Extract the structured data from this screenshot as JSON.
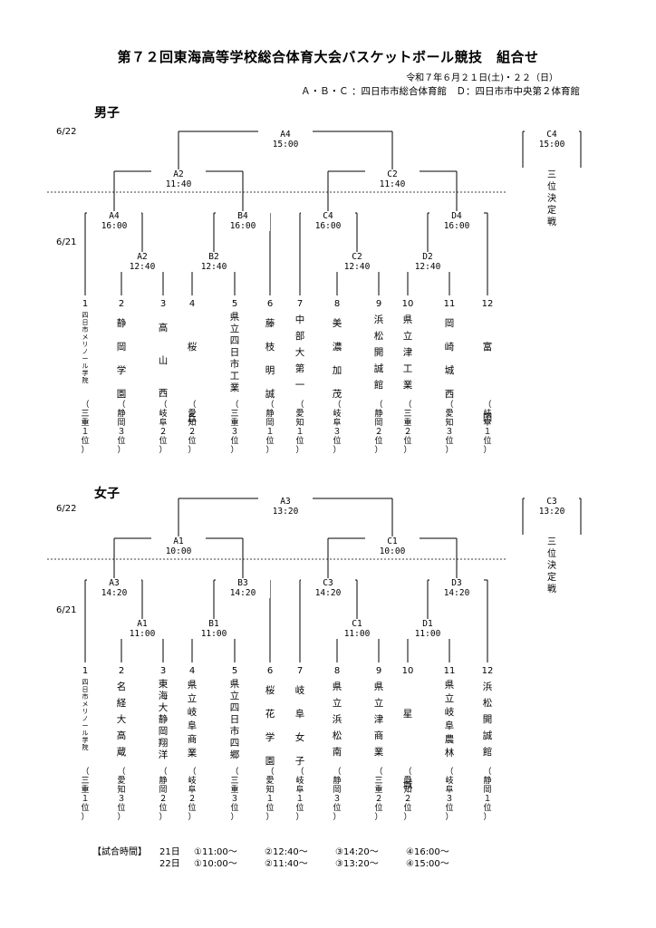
{
  "title": "第７２回東海高等学校総合体育大会バスケットボール競技　組合せ",
  "date_line": "令和７年６月２１日(土)・２２（日）",
  "venue_line": "Ａ・Ｂ・Ｃ ：四日市市総合体育館　Ｄ：四日市市中央第２体育館",
  "days": {
    "d622": "6/22",
    "d621": "6/21"
  },
  "third_place_label": "三位決定戦",
  "men": {
    "label": "男子",
    "games": {
      "final": {
        "code": "A4",
        "time": "15:00"
      },
      "semi_left": {
        "code": "A2",
        "time": "11:40"
      },
      "semi_right": {
        "code": "C2",
        "time": "11:40"
      },
      "third": {
        "code": "C4",
        "time": "15:00"
      },
      "qf1": {
        "code": "A4",
        "time": "16:00"
      },
      "qf2": {
        "code": "B4",
        "time": "16:00"
      },
      "qf3": {
        "code": "C4",
        "time": "16:00"
      },
      "qf4": {
        "code": "D4",
        "time": "16:00"
      },
      "r1a": {
        "code": "A2",
        "time": "12:40"
      },
      "r1b": {
        "code": "B2",
        "time": "12:40"
      },
      "r1c": {
        "code": "C2",
        "time": "12:40"
      },
      "r1d": {
        "code": "D2",
        "time": "12:40"
      }
    },
    "teams": [
      {
        "n": "1",
        "name": "四日市メリノール学院",
        "pref": "（三重１位）"
      },
      {
        "n": "2",
        "name": "静岡学園",
        "pref": "（静岡３位）"
      },
      {
        "n": "3",
        "name": "高山西",
        "pref": "（岐阜２位）"
      },
      {
        "n": "4",
        "name": "桜丘",
        "pref": "（愛知２位）"
      },
      {
        "n": "5",
        "name": "県立四日市工業",
        "pref": "（三重３位）"
      },
      {
        "n": "6",
        "name": "藤枝明誠",
        "pref": "（静岡１位）"
      },
      {
        "n": "7",
        "name": "中部大第一",
        "pref": "（愛知１位）"
      },
      {
        "n": "8",
        "name": "美濃加茂",
        "pref": "（岐阜３位）"
      },
      {
        "n": "9",
        "name": "浜松開誠館",
        "pref": "（静岡２位）"
      },
      {
        "n": "10",
        "name": "県立津工業",
        "pref": "（三重２位）"
      },
      {
        "n": "11",
        "name": "岡崎城西",
        "pref": "（愛知３位）"
      },
      {
        "n": "12",
        "name": "富田",
        "pref": "（岐阜１位）"
      }
    ]
  },
  "women": {
    "label": "女子",
    "games": {
      "final": {
        "code": "A3",
        "time": "13:20"
      },
      "semi_left": {
        "code": "A1",
        "time": "10:00"
      },
      "semi_right": {
        "code": "C1",
        "time": "10:00"
      },
      "third": {
        "code": "C3",
        "time": "13:20"
      },
      "qf1": {
        "code": "A3",
        "time": "14:20"
      },
      "qf2": {
        "code": "B3",
        "time": "14:20"
      },
      "qf3": {
        "code": "C3",
        "time": "14:20"
      },
      "qf4": {
        "code": "D3",
        "time": "14:20"
      },
      "r1a": {
        "code": "A1",
        "time": "11:00"
      },
      "r1b": {
        "code": "B1",
        "time": "11:00"
      },
      "r1c": {
        "code": "C1",
        "time": "11:00"
      },
      "r1d": {
        "code": "D1",
        "time": "11:00"
      }
    },
    "teams": [
      {
        "n": "1",
        "name": "四日市メリノール学院",
        "pref": "（三重１位）"
      },
      {
        "n": "2",
        "name": "名経大高蔵",
        "pref": "（愛知３位）"
      },
      {
        "n": "3",
        "name": "東海大静岡翔洋",
        "pref": "（静岡２位）"
      },
      {
        "n": "4",
        "name": "県立岐阜商業",
        "pref": "（岐阜２位）"
      },
      {
        "n": "5",
        "name": "県立四日市四郷",
        "pref": "（三重３位）"
      },
      {
        "n": "6",
        "name": "桜花学園",
        "pref": "（愛知１位）"
      },
      {
        "n": "7",
        "name": "岐阜女子",
        "pref": "（岐阜１位）"
      },
      {
        "n": "8",
        "name": "県立浜松南",
        "pref": "（静岡３位）"
      },
      {
        "n": "9",
        "name": "県立津商業",
        "pref": "（三重２位）"
      },
      {
        "n": "10",
        "name": "星城",
        "pref": "（愛知２位）"
      },
      {
        "n": "11",
        "name": "県立岐阜農林",
        "pref": "（岐阜３位）"
      },
      {
        "n": "12",
        "name": "浜松開誠館",
        "pref": "（静岡１位）"
      }
    ]
  },
  "footer": {
    "label": "【試合時間】",
    "day21": "21日",
    "times21": [
      "①11:00～",
      "②12:40～",
      "③14:20～",
      "④16:00～"
    ],
    "day22": "22日",
    "times22": [
      "①10:00～",
      "②11:40～",
      "③13:20～",
      "④15:00～"
    ]
  }
}
